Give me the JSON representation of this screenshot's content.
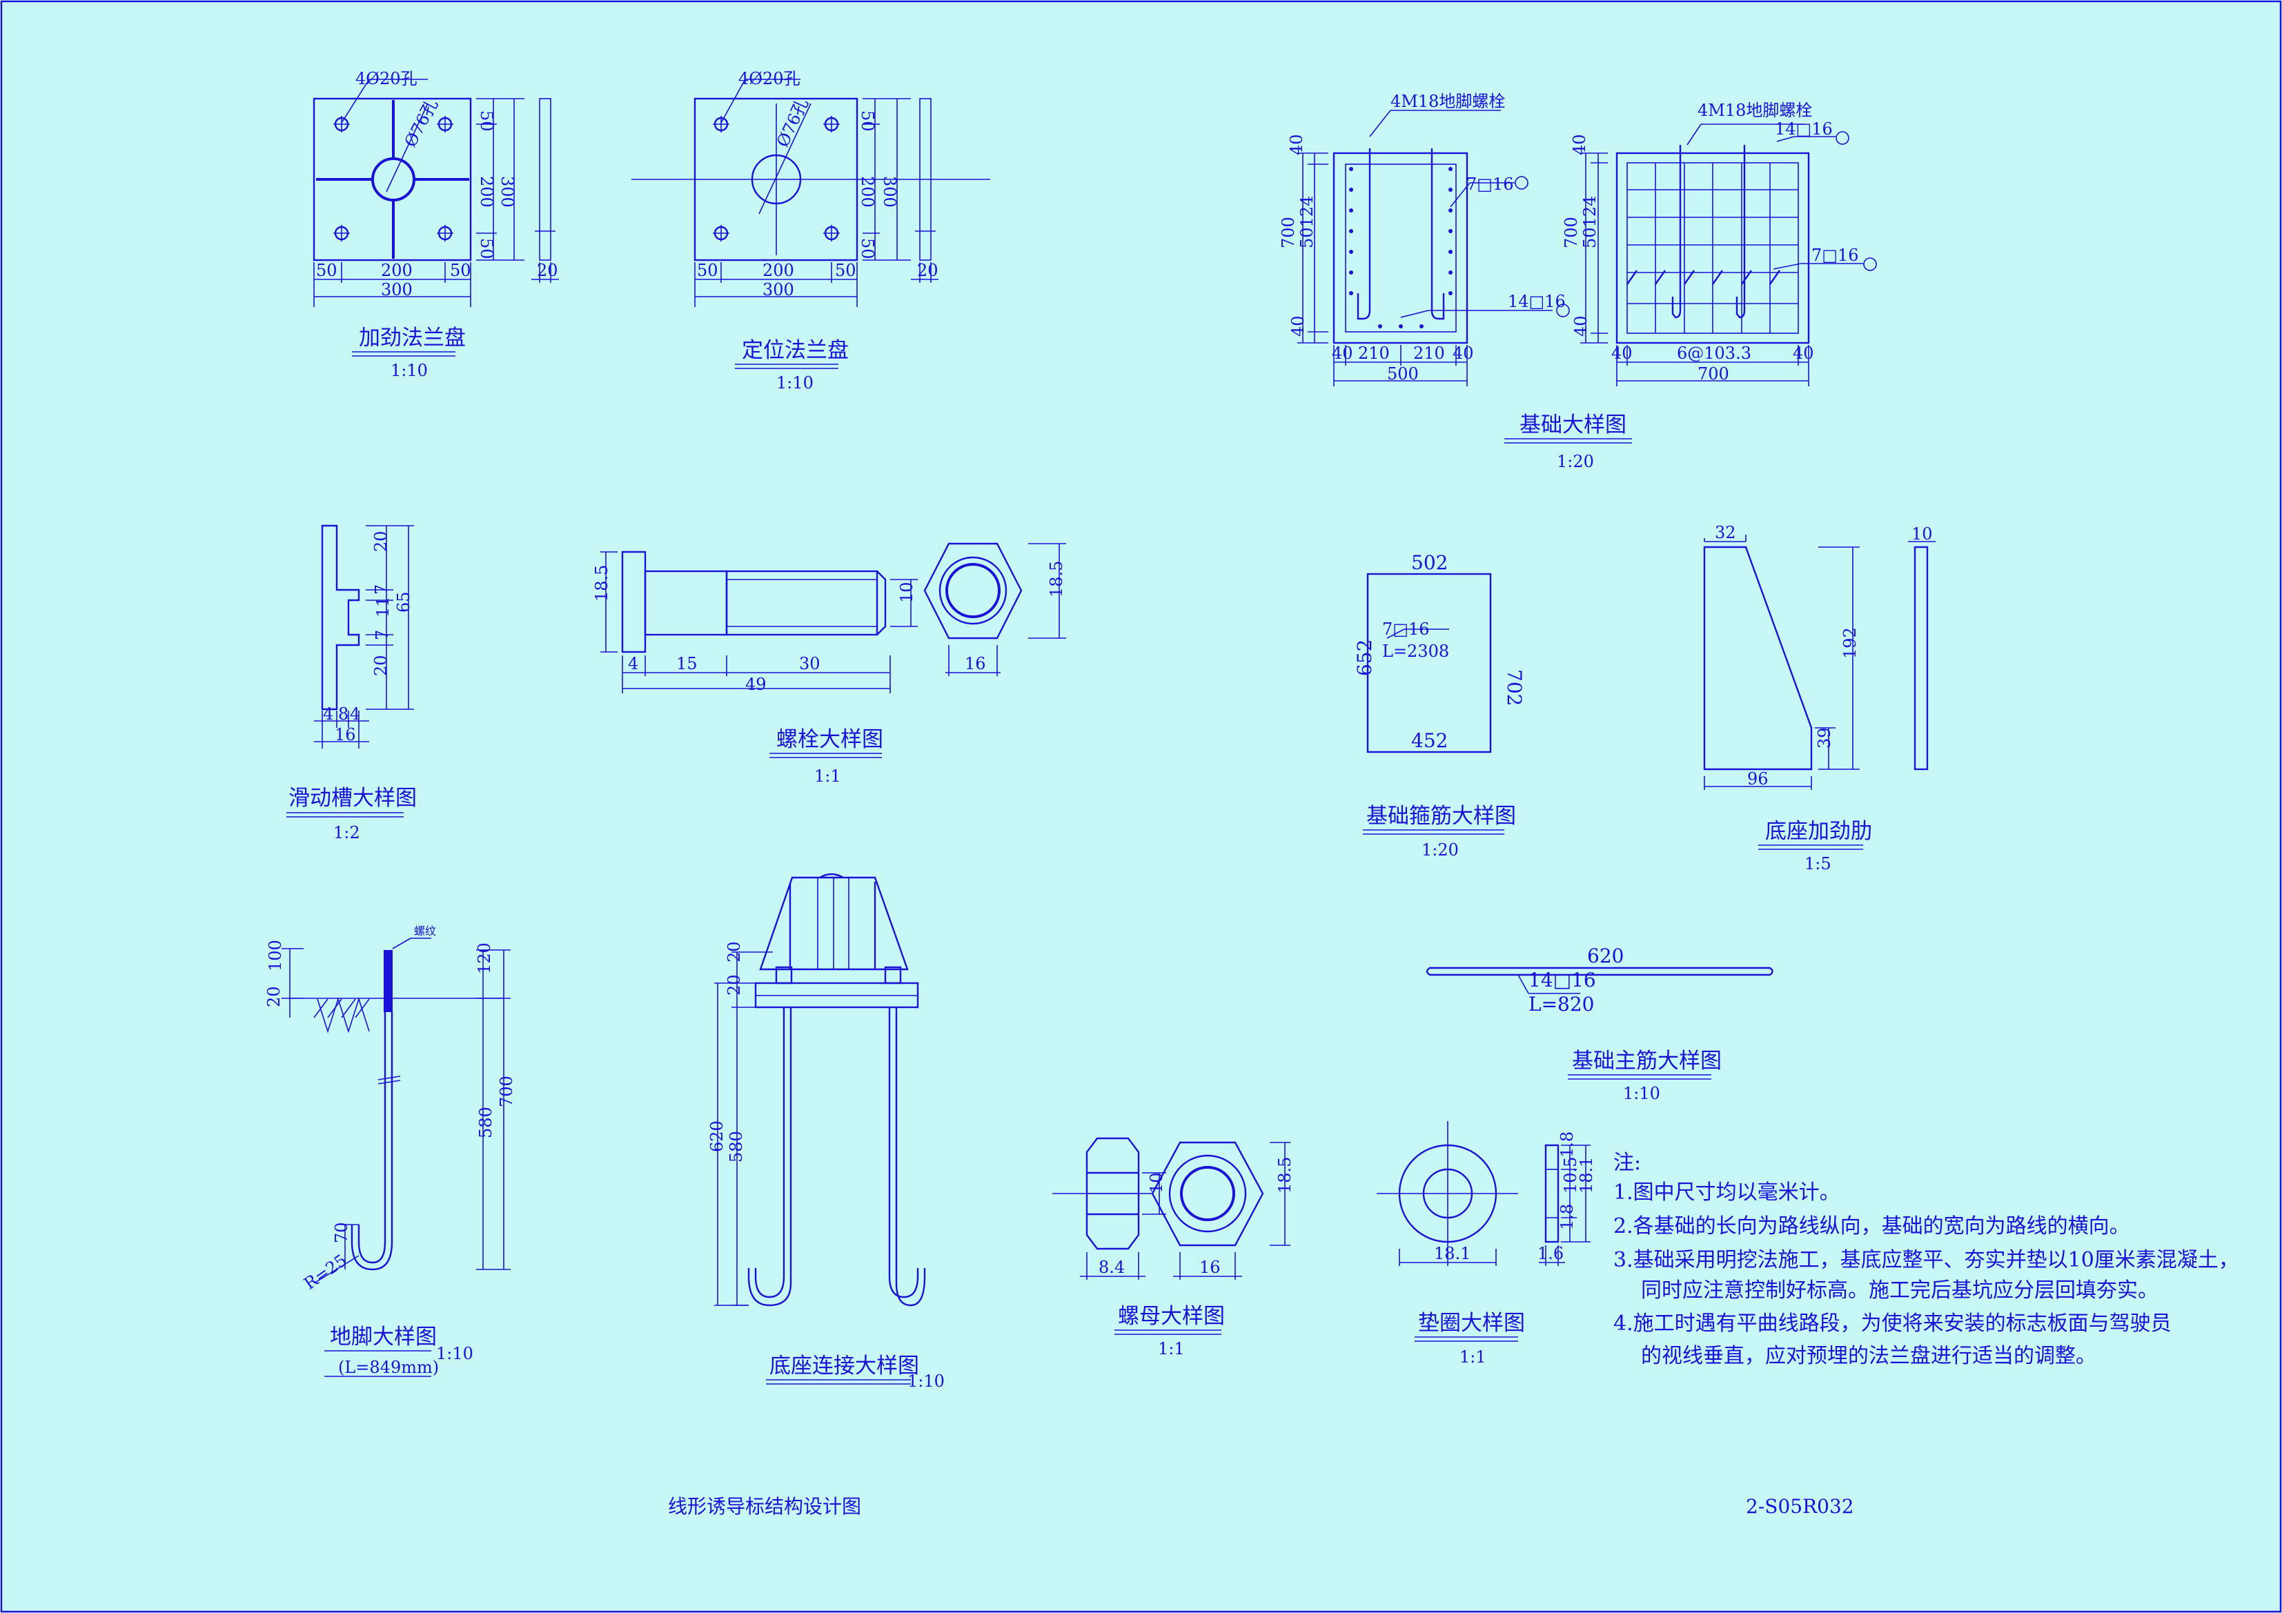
{
  "colors": {
    "background": "#c8f7f7",
    "ink": "#1a12d6"
  },
  "drawings": {
    "stiffened_flange": {
      "title": "加劲法兰盘",
      "scale": "1:10",
      "hole_note": "4Ø20孔",
      "center_hole": "Ø76孔",
      "dims": {
        "d50a": "50",
        "d200a": "200",
        "d50b": "50",
        "d300": "300",
        "d50c": "50",
        "d200b": "200",
        "d50d": "50",
        "d300b": "300",
        "d20": "20"
      }
    },
    "locating_flange": {
      "title": "定位法兰盘",
      "scale": "1:10",
      "hole_note": "4Ø20孔",
      "center_hole": "Ø76孔",
      "dims": {
        "d50a": "50",
        "d200a": "200",
        "d50b": "50",
        "d300": "300",
        "d50c": "50",
        "d200b": "200",
        "d50d": "50",
        "d300b": "300",
        "d20": "20"
      }
    },
    "foundation": {
      "title": "基础大样图",
      "scale": "1:20",
      "bolt_note": "4M18地脚螺栓",
      "rebar_7": "7□16",
      "rebar_14": "14□16",
      "left": {
        "h700": "700",
        "h40a": "40",
        "h50124": "50124",
        "h40b": "40",
        "w40a": "40",
        "w210a": "210",
        "w210b": "210",
        "w40b": "40",
        "w500": "500"
      },
      "right": {
        "h700": "700",
        "h40a": "40",
        "h50124": "50124",
        "h40b": "40",
        "w40a": "40",
        "w6": "6@103.3",
        "w40b": "40",
        "w700": "700"
      },
      "bolt_note_2": "4M18地脚螺栓",
      "rebar_14_2": "14□16",
      "rebar_7_2": "7□16"
    },
    "slide_slot": {
      "title": "滑动槽大样图",
      "scale": "1:2",
      "dims": {
        "d20a": "20",
        "d7a": "7",
        "d11": "11",
        "d7b": "7",
        "d20b": "20",
        "d65": "65",
        "d4a": "4",
        "d8": "8",
        "d4b": "4",
        "d16": "16"
      }
    },
    "bolt": {
      "title": "螺栓大样图",
      "scale": "1:1",
      "dims": {
        "h185": "18.5",
        "d10": "10",
        "d4": "4",
        "d15": "15",
        "d30": "30",
        "d49": "49",
        "nut16": "16",
        "nut185": "18.5"
      }
    },
    "stirrup": {
      "title": "基础箍筋大样图",
      "scale": "1:20",
      "top": "502",
      "bottom": "452",
      "left": "652",
      "right": "702",
      "bar": "7□16",
      "length": "L=2308"
    },
    "base_rib": {
      "title": "底座加劲肋",
      "scale": "1:5",
      "top": "32",
      "height": "192",
      "low": "39",
      "bottom": "96",
      "thick": "10"
    },
    "main_bar": {
      "title": "基础主筋大样图",
      "scale": "1:10",
      "length_top": "620",
      "bar": "14□16",
      "length": "L=820"
    },
    "anchor": {
      "title": "地脚大样图",
      "subtitle": "(L=849mm)",
      "scale": "1:10",
      "tag": "螺纹",
      "dims": {
        "d20": "20",
        "d100": "100",
        "d120": "120",
        "d580": "580",
        "d700": "700",
        "d70": "70",
        "r25": "R=25"
      }
    },
    "base_connection": {
      "title": "底座连接大样图",
      "scale": "1:10",
      "dims": {
        "d20a": "20",
        "d20b": "20",
        "d620": "620",
        "d580": "580"
      }
    },
    "nut": {
      "title": "螺母大样图",
      "scale": "1:1",
      "dims": {
        "d10": "10",
        "d84": "8.4",
        "d16": "16",
        "d185": "18.5"
      }
    },
    "washer": {
      "title": "垫圈大样图",
      "scale": "1:1",
      "dims": {
        "d181": "18.1",
        "d16": "1.6",
        "d105": "10.5",
        "d181b": "18.1",
        "d18a": "1.8",
        "d18b": "1.8"
      }
    }
  },
  "notes": {
    "heading": "注:",
    "items": [
      "1.图中尺寸均以毫米计。",
      "2.各基础的长向为路线纵向，基础的宽向为路线的横向。",
      "3.基础采用明挖法施工，基底应整平、夯实并垫以10厘米素混凝土，",
      "同时应注意控制好标高。施工完后基坑应分层回填夯实。",
      "4.施工时遇有平曲线路段，为使将来安装的标志板面与驾驶员",
      "的视线垂直，应对预埋的法兰盘进行适当的调整。"
    ]
  },
  "footer": {
    "sheet_title": "线形诱导标结构设计图",
    "drawing_no": "2-S05R032"
  }
}
